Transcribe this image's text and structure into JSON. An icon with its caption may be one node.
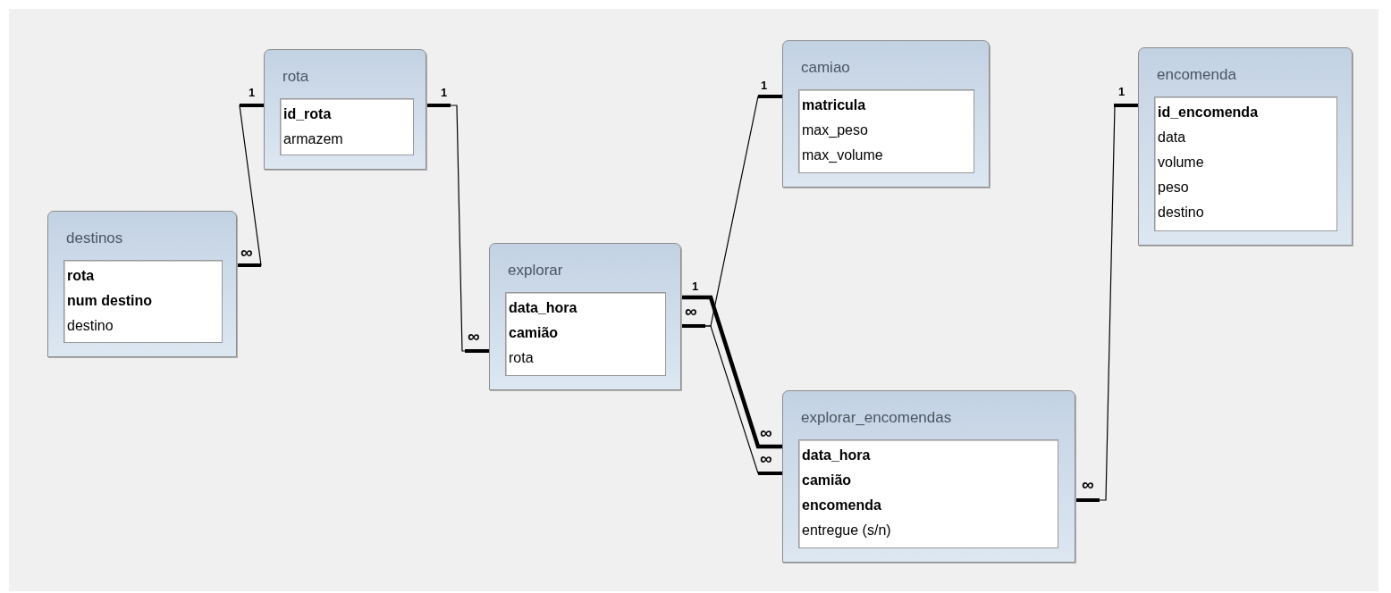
{
  "diagram": {
    "nodes": [
      {
        "text": [
          "rota",
          "**id_rota**",
          "armazem"
        ]
      },
      {
        "text": [
          "camiao",
          "**matricula**",
          "max_peso",
          "max_volume"
        ]
      },
      {
        "text": [
          "encomenda",
          "**id_encomenda**",
          "data",
          "volume",
          "peso",
          "destino"
        ]
      },
      {
        "text": [
          "destinos",
          "**rota**",
          "**num destino**",
          "destino"
        ]
      },
      {
        "text": [
          "explorar",
          "**data_hora**",
          "**camião**",
          "rota"
        ]
      },
      {
        "text": [
          "explorar_encomendas",
          "**data_hora**",
          "**camião**",
          "**encomenda**",
          "entregue (s/n)"
        ]
      }
    ],
    "edges": [
      {
        "from": 0,
        "to": 3,
        "arrow": "other"
      },
      {
        "from": 0,
        "to": 4,
        "arrow": "other"
      },
      {
        "from": 1,
        "to": 4,
        "arrow": "other"
      },
      {
        "from": 4,
        "to": 5,
        "arrow": "other",
        "style": "thick"
      },
      {
        "from": 4,
        "to": 5,
        "arrow": "other"
      },
      {
        "from": 2,
        "to": 5,
        "arrow": "other"
      }
    ],
    "labels": [
      "1",
      "1",
      "1",
      "1",
      "∞",
      "1",
      "∞",
      "∞",
      "∞",
      "∞",
      "∞"
    ]
  }
}
